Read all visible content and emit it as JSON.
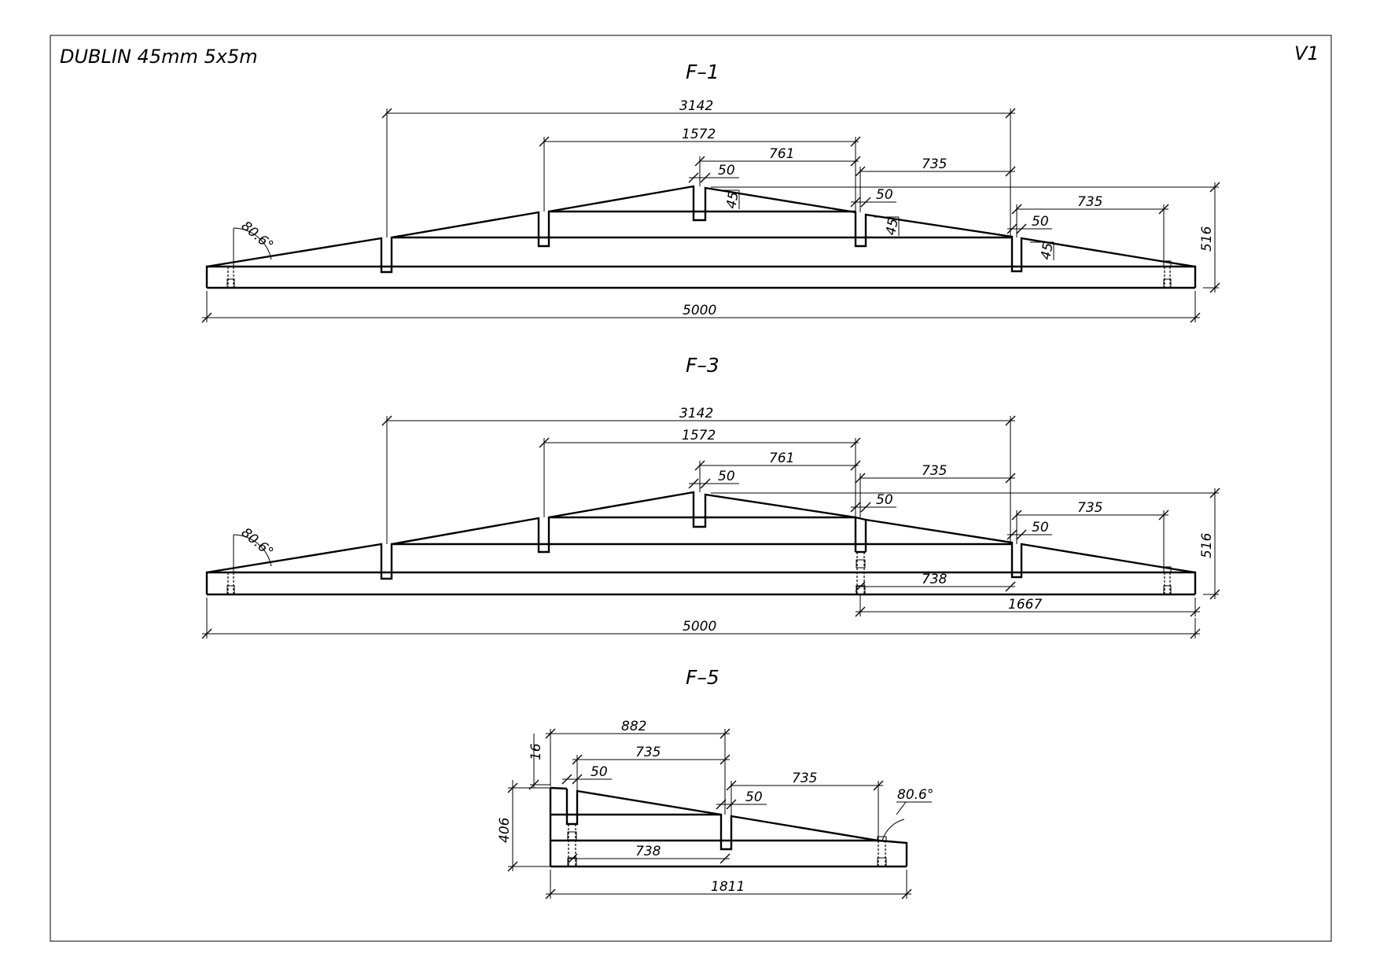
{
  "header": {
    "title": "DUBLIN  45mm  5x5m",
    "version": "V1"
  },
  "views": [
    {
      "id": "f1",
      "title": "F–1",
      "dims": {
        "overall": "3142",
        "mid": "1572",
        "right_top": "761",
        "right_1": "735",
        "right_2": "735",
        "gap_top": "50",
        "gap_right_1": "50",
        "gap_right_2": "50",
        "angle_a": "45",
        "angle_b": "45",
        "angle_c": "45",
        "height": "516",
        "length": "5000",
        "angle_left": "80.6°"
      }
    },
    {
      "id": "f3",
      "title": "F–3",
      "dims": {
        "overall": "3142",
        "mid": "1572",
        "right_top": "761",
        "right_1": "735",
        "right_2": "735",
        "gap_top": "50",
        "gap_right_1": "50",
        "gap_right_2": "50",
        "height": "516",
        "inner_738": "738",
        "part_1667": "1667",
        "length": "5000",
        "angle_left": "80.6°"
      }
    },
    {
      "id": "f5",
      "title": "F–5",
      "dims": {
        "top_882": "882",
        "top_735": "735",
        "right_735": "735",
        "gap_left": "50",
        "gap_right": "50",
        "small_16": "16",
        "height_406": "406",
        "inner_738": "738",
        "length_1811": "1811",
        "angle_right": "80.6°"
      }
    }
  ]
}
